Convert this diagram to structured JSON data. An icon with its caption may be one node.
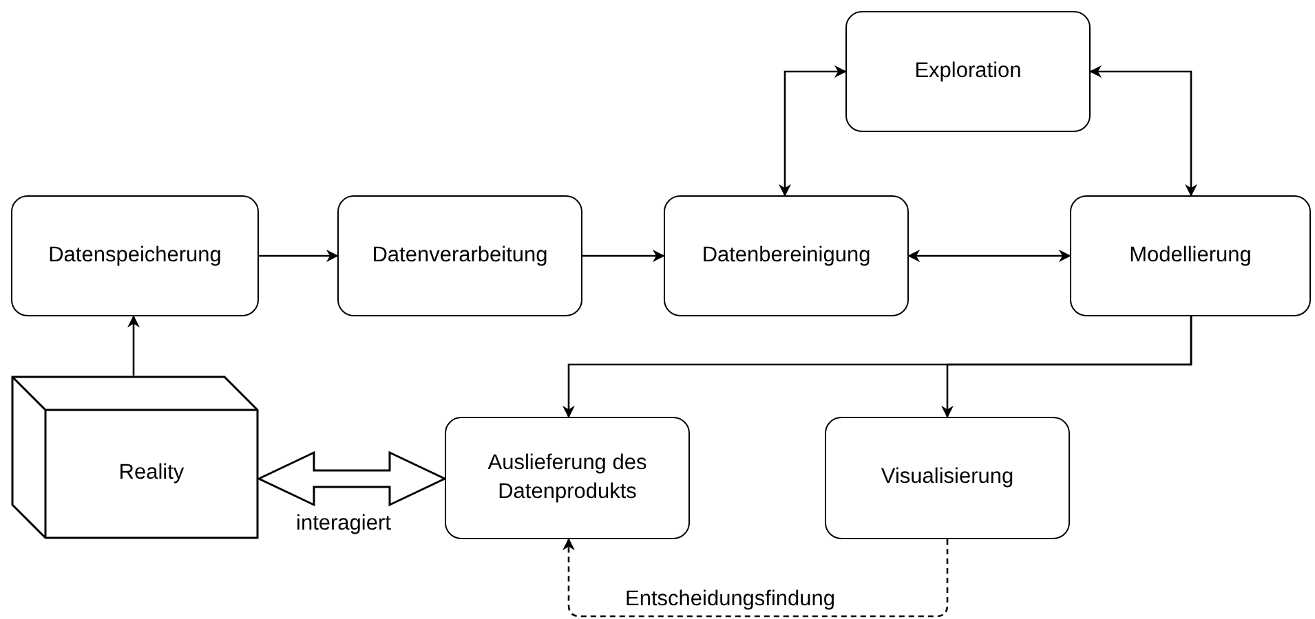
{
  "diagram": {
    "nodes": [
      {
        "text": [
          "Exploration"
        ]
      },
      {
        "text": [
          "Datenspeicherung"
        ]
      },
      {
        "text": [
          "Datenverarbeitung"
        ]
      },
      {
        "text": [
          "Datenbereinigung"
        ]
      },
      {
        "text": [
          "Modellierung"
        ]
      },
      {
        "text": [
          "Reality"
        ]
      },
      {
        "text": [
          "Auslieferung des Datenprodukts"
        ]
      },
      {
        "text": [
          "Visualisierung"
        ]
      }
    ],
    "edges": [
      {
        "from": 5,
        "to": 1,
        "arrow": "to"
      },
      {
        "from": 1,
        "to": 2,
        "arrow": "to"
      },
      {
        "from": 2,
        "to": 3,
        "arrow": "to"
      },
      {
        "from": 3,
        "to": 4,
        "arrow": "both"
      },
      {
        "from": 3,
        "to": 0,
        "arrow": "both"
      },
      {
        "from": 0,
        "to": 4,
        "arrow": "both"
      },
      {
        "from": 4,
        "to": 6,
        "arrow": "to"
      },
      {
        "from": 4,
        "to": 7,
        "arrow": "to"
      },
      {
        "from": 5,
        "to": 6,
        "arrow": "both",
        "label": "interagiert",
        "style": "thick"
      },
      {
        "from": 7,
        "to": 6,
        "arrow": "to",
        "label": "Entscheidungsfindung",
        "style": "dashed"
      }
    ]
  }
}
